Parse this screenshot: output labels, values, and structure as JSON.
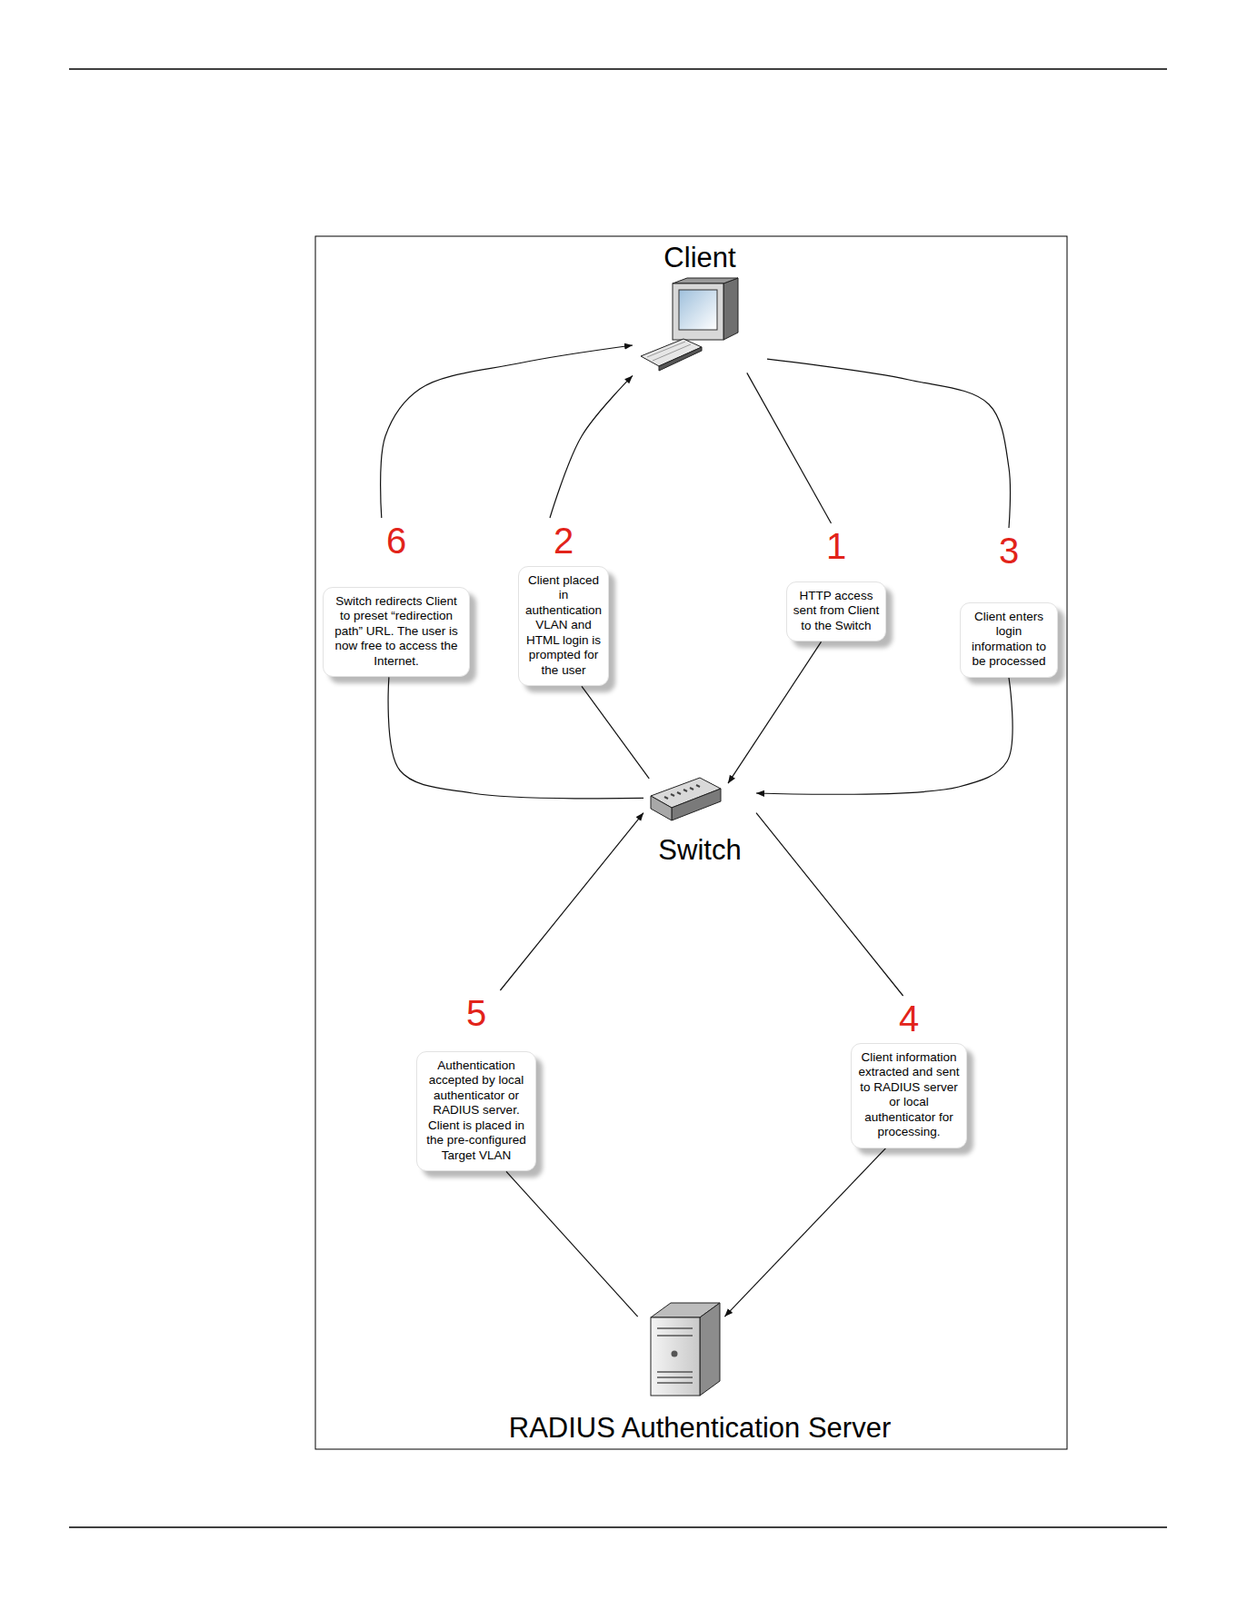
{
  "diagram": {
    "nodes": [
      {
        "text": [
          "Client"
        ]
      },
      {
        "text": [
          "6",
          "Switch redirects Client to preset “redirection path” URL. The user is now free to access the Internet."
        ]
      },
      {
        "text": [
          "2",
          "Client placed in authentication VLAN and HTML login is prompted for the user"
        ]
      },
      {
        "text": [
          "1",
          "HTTP access sent from Client to the Switch"
        ]
      },
      {
        "text": [
          "3",
          "Client enters login information to be processed"
        ]
      },
      {
        "text": [
          "Switch"
        ]
      },
      {
        "text": [
          "5",
          "Authentication accepted by local authenticator or RADIUS server. Client is placed in the pre-configured Target VLAN"
        ]
      },
      {
        "text": [
          "4",
          "Client information extracted and sent to RADIUS server or local authenticator for processing."
        ]
      },
      {
        "text": [
          "RADIUS Authentication Server"
        ]
      }
    ],
    "edges": [
      {
        "from": 0,
        "to": 3,
        "arrow": "none"
      },
      {
        "from": 3,
        "to": 5,
        "arrow": "to"
      },
      {
        "from": 5,
        "to": 2,
        "arrow": "none"
      },
      {
        "from": 2,
        "to": 0,
        "arrow": "to"
      },
      {
        "from": 0,
        "to": 4,
        "arrow": "none"
      },
      {
        "from": 4,
        "to": 5,
        "arrow": "to"
      },
      {
        "from": 5,
        "to": 1,
        "arrow": "none"
      },
      {
        "from": 1,
        "to": 0,
        "arrow": "to"
      },
      {
        "from": 5,
        "to": 7,
        "arrow": "none"
      },
      {
        "from": 7,
        "to": 8,
        "arrow": "to"
      },
      {
        "from": 8,
        "to": 6,
        "arrow": "none"
      },
      {
        "from": 6,
        "to": 5,
        "arrow": "to"
      }
    ]
  }
}
